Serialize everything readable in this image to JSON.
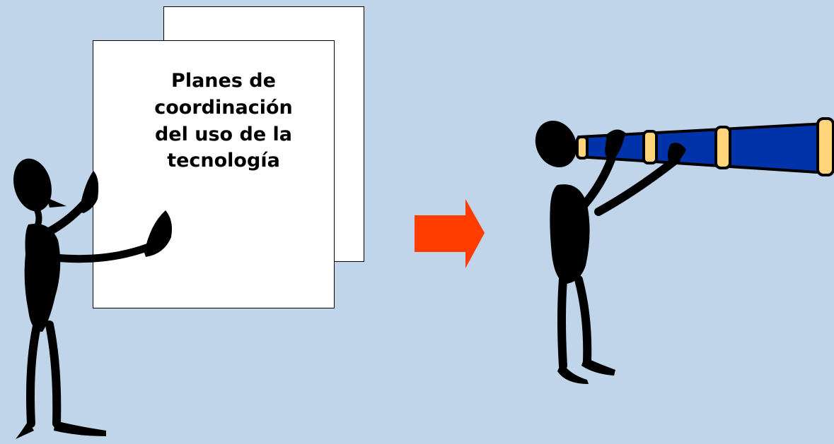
{
  "document": {
    "lines": [
      "Planes de",
      "coordinación",
      "del uso de la",
      "tecnología"
    ]
  },
  "colors": {
    "background": "#c0d5e9",
    "arrow": "#ff3d00",
    "telescope": "#0033aa",
    "telescope_rings": "#ffd47a",
    "figure": "#000000"
  },
  "icons": {
    "left_figure": "stick-figure-presenting-document",
    "arrow": "right-arrow-icon",
    "right_figure": "stick-figure-with-telescope"
  }
}
